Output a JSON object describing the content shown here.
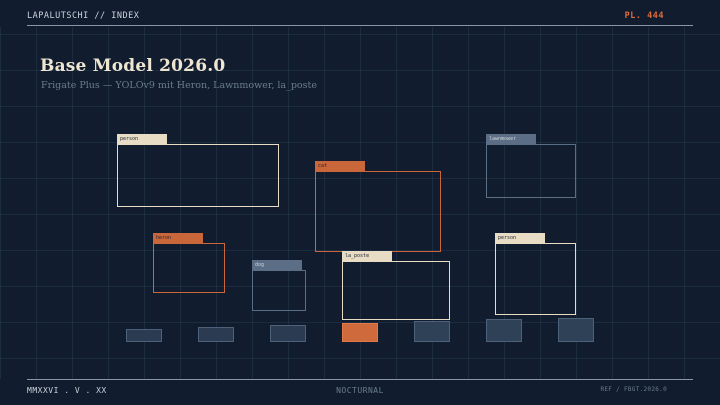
{
  "header": {
    "brand": "LAPALUTSCHI // INDEX",
    "plate": "PL. 444"
  },
  "page": {
    "title": "Base Model 2026.0",
    "subtitle": "Frigate Plus — YOLOv9 mit Heron, Lawnmower, la_poste"
  },
  "detections": [
    {
      "label": "person",
      "color": "#e8dcc4",
      "tag_text_color": "#1a2435"
    },
    {
      "label": "cat",
      "color": "#c9663a",
      "tag_text_color": "#1a2435"
    },
    {
      "label": "lawnmower",
      "color": "#5c6e85",
      "tag_text_color": "#cdd3dc"
    },
    {
      "label": "heron",
      "color": "#c9663a",
      "tag_text_color": "#1a2435"
    },
    {
      "label": "dog",
      "color": "#5c6e85",
      "tag_text_color": "#cdd3dc"
    },
    {
      "label": "la_poste",
      "color": "#e8dcc4",
      "tag_text_color": "#1a2435"
    },
    {
      "label": "person",
      "color": "#e8dcc4",
      "tag_text_color": "#1a2435"
    }
  ],
  "swatches": [
    {
      "color": "#2a3b52",
      "active": false
    },
    {
      "color": "#2a3b52",
      "active": false
    },
    {
      "color": "#2a3b52",
      "active": false
    },
    {
      "color": "#cf6a3c",
      "active": true
    },
    {
      "color": "#2f4157",
      "active": false
    },
    {
      "color": "#2f4157",
      "active": false
    },
    {
      "color": "#2f4157",
      "active": false
    }
  ],
  "footer": {
    "left": "MMXXVI . V . XX",
    "center": "NOCTURNAL",
    "right": "REF / FBGT.2026.0"
  }
}
